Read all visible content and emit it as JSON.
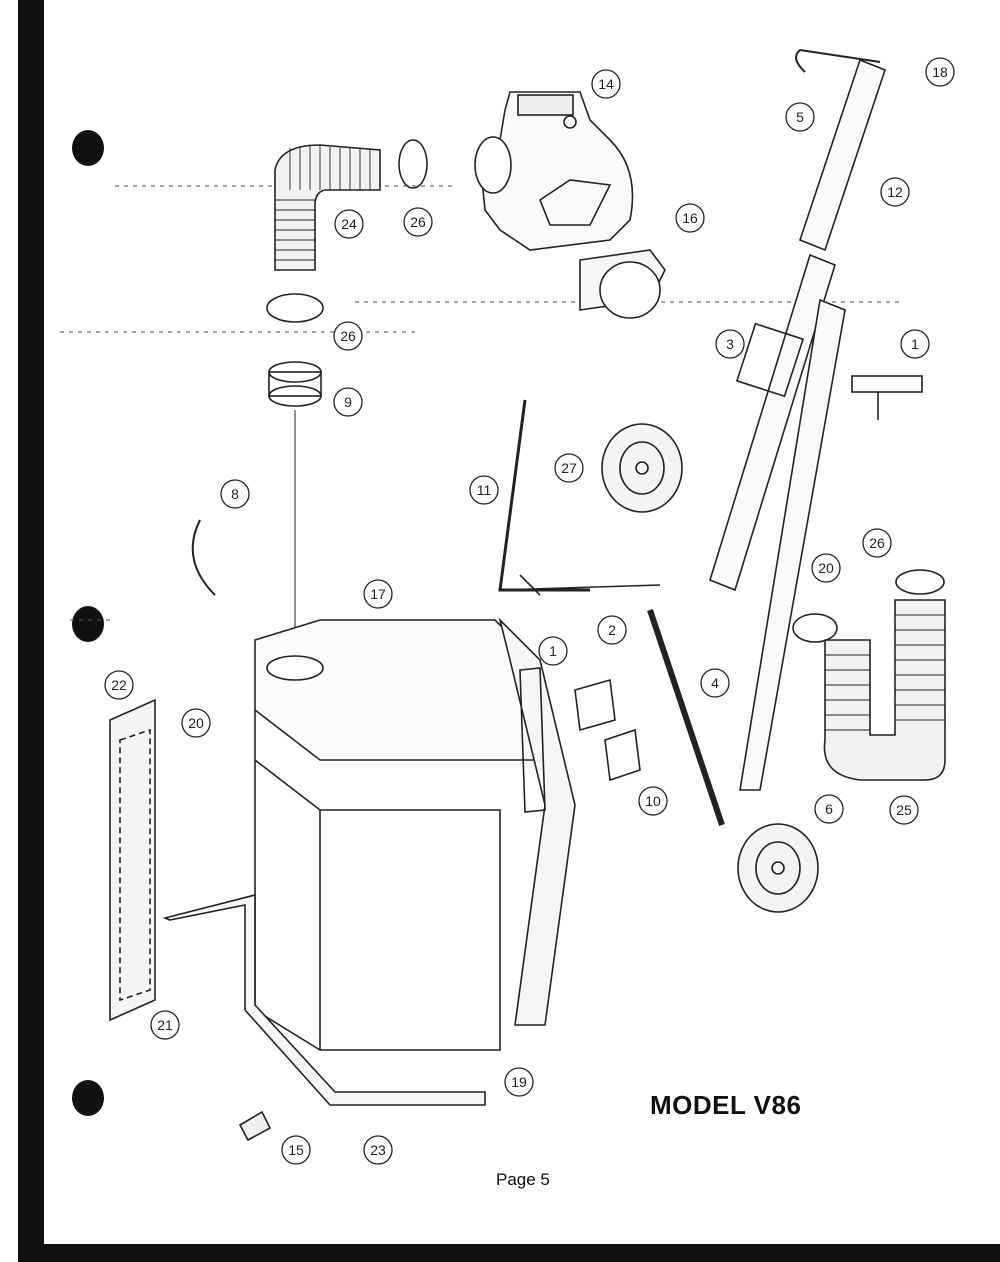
{
  "document": {
    "model_title": "MODEL V86",
    "page_label": "Page 5"
  },
  "callouts": {
    "c1a": "1",
    "c1b": "1",
    "c2": "2",
    "c3": "3",
    "c4": "4",
    "c5": "5",
    "c6": "6",
    "c8": "8",
    "c9": "9",
    "c10": "10",
    "c11": "11",
    "c12": "12",
    "c14": "14",
    "c15": "15",
    "c16": "16",
    "c17": "17",
    "c18": "18",
    "c19": "19",
    "c20a": "20",
    "c20b": "20",
    "c21": "21",
    "c22": "22",
    "c23": "23",
    "c24": "24",
    "c25": "25",
    "c26a": "26",
    "c26b": "26",
    "c26c": "26",
    "c27": "27"
  },
  "colors": {
    "ink": "#222222",
    "border": "#111111",
    "paper": "#ffffff"
  }
}
